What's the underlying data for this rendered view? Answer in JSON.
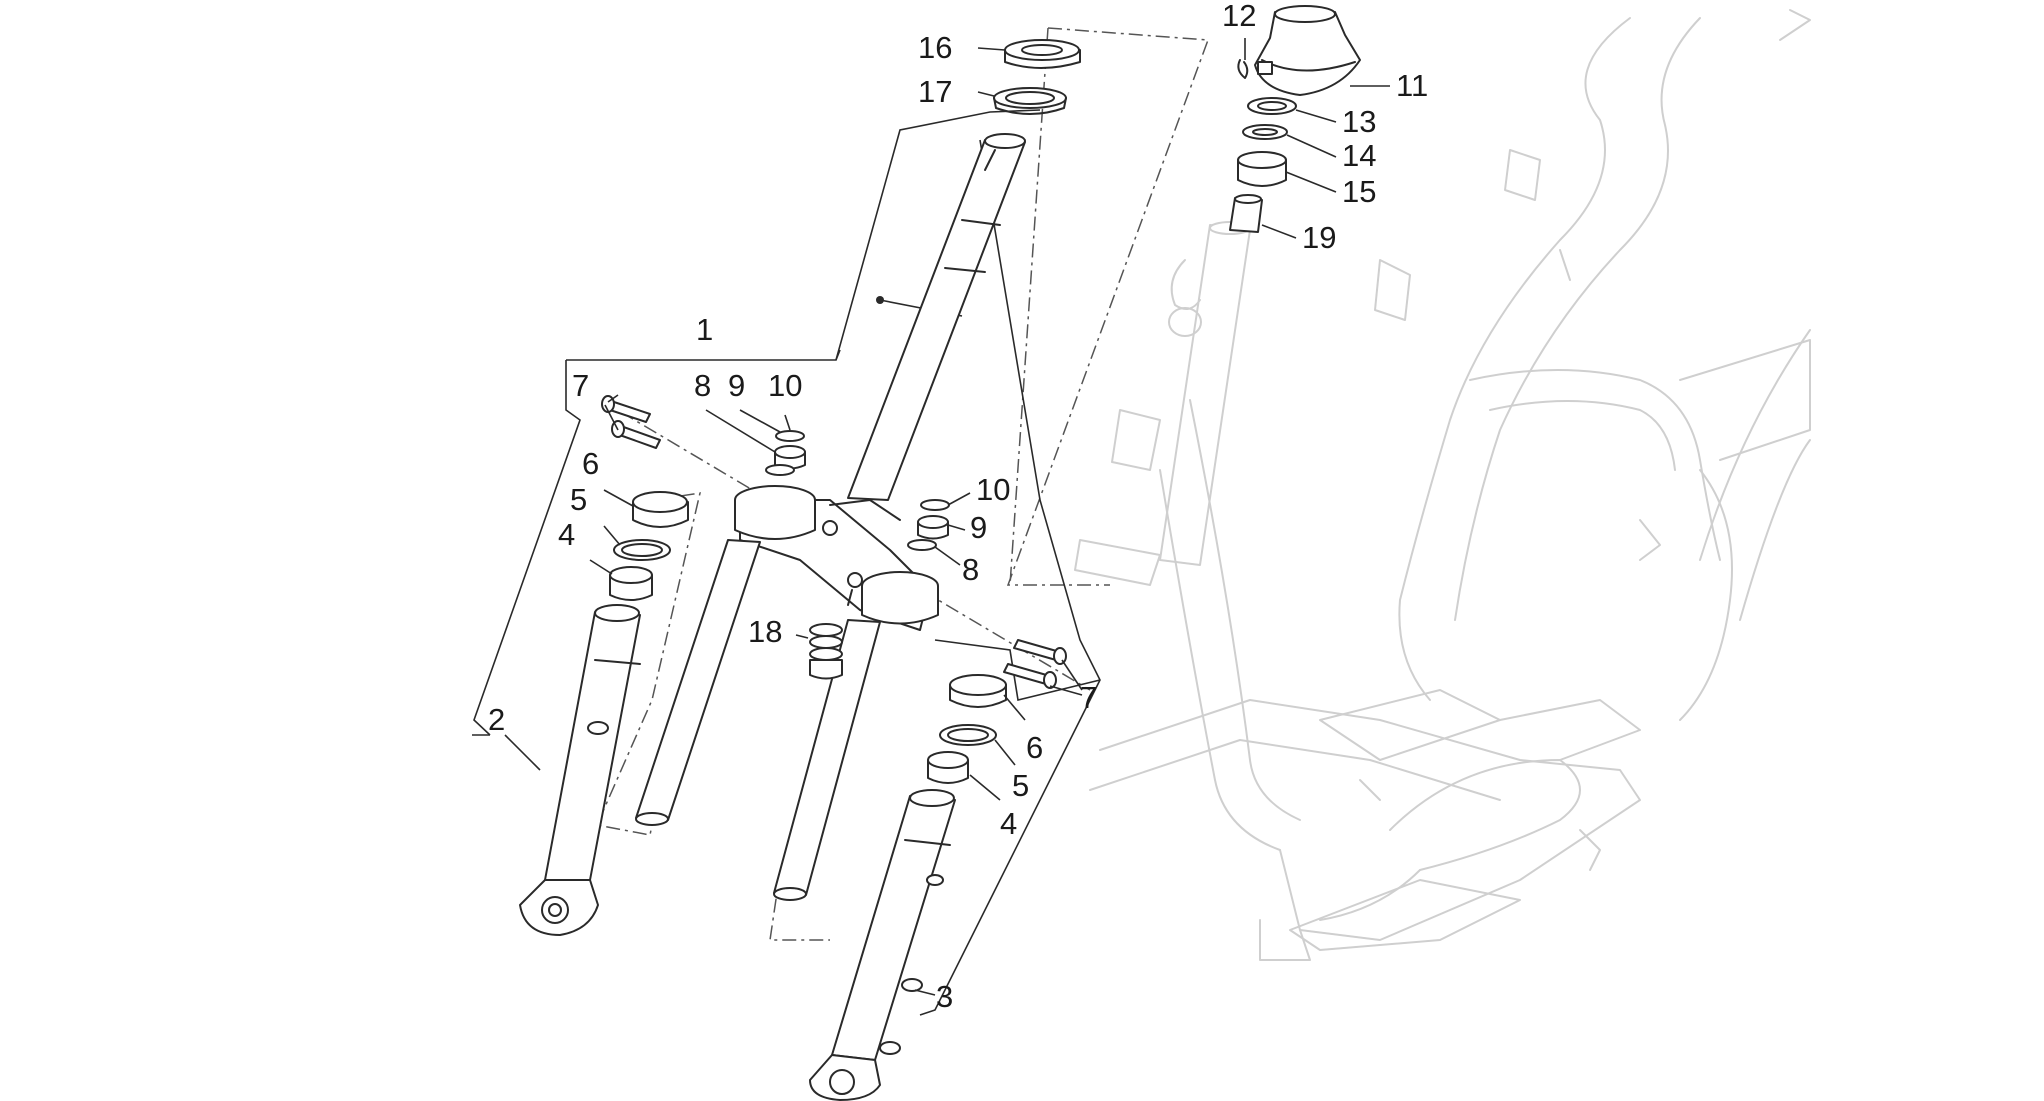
{
  "diagram": {
    "callouts": [
      {
        "id": "c16",
        "text": "16"
      },
      {
        "id": "c17",
        "text": "17"
      },
      {
        "id": "c12",
        "text": "12"
      },
      {
        "id": "c11",
        "text": "11"
      },
      {
        "id": "c13",
        "text": "13"
      },
      {
        "id": "c14",
        "text": "14"
      },
      {
        "id": "c15",
        "text": "15"
      },
      {
        "id": "c19",
        "text": "19"
      },
      {
        "id": "c1",
        "text": "1"
      },
      {
        "id": "c7a",
        "text": "7"
      },
      {
        "id": "c8a",
        "text": "8"
      },
      {
        "id": "c9a",
        "text": "9"
      },
      {
        "id": "c10a",
        "text": "10"
      },
      {
        "id": "c6a",
        "text": "6"
      },
      {
        "id": "c5a",
        "text": "5"
      },
      {
        "id": "c4a",
        "text": "4"
      },
      {
        "id": "c10b",
        "text": "10"
      },
      {
        "id": "c9b",
        "text": "9"
      },
      {
        "id": "c8b",
        "text": "8"
      },
      {
        "id": "c18",
        "text": "18"
      },
      {
        "id": "c7b",
        "text": "7"
      },
      {
        "id": "c6b",
        "text": "6"
      },
      {
        "id": "c5b",
        "text": "5"
      },
      {
        "id": "c4b",
        "text": "4"
      },
      {
        "id": "c2",
        "text": "2"
      },
      {
        "id": "c3",
        "text": "3"
      }
    ],
    "colors": {
      "line": "#2a2a2a",
      "frame_ghost": "#cfcfcf",
      "background": "#ffffff"
    }
  }
}
